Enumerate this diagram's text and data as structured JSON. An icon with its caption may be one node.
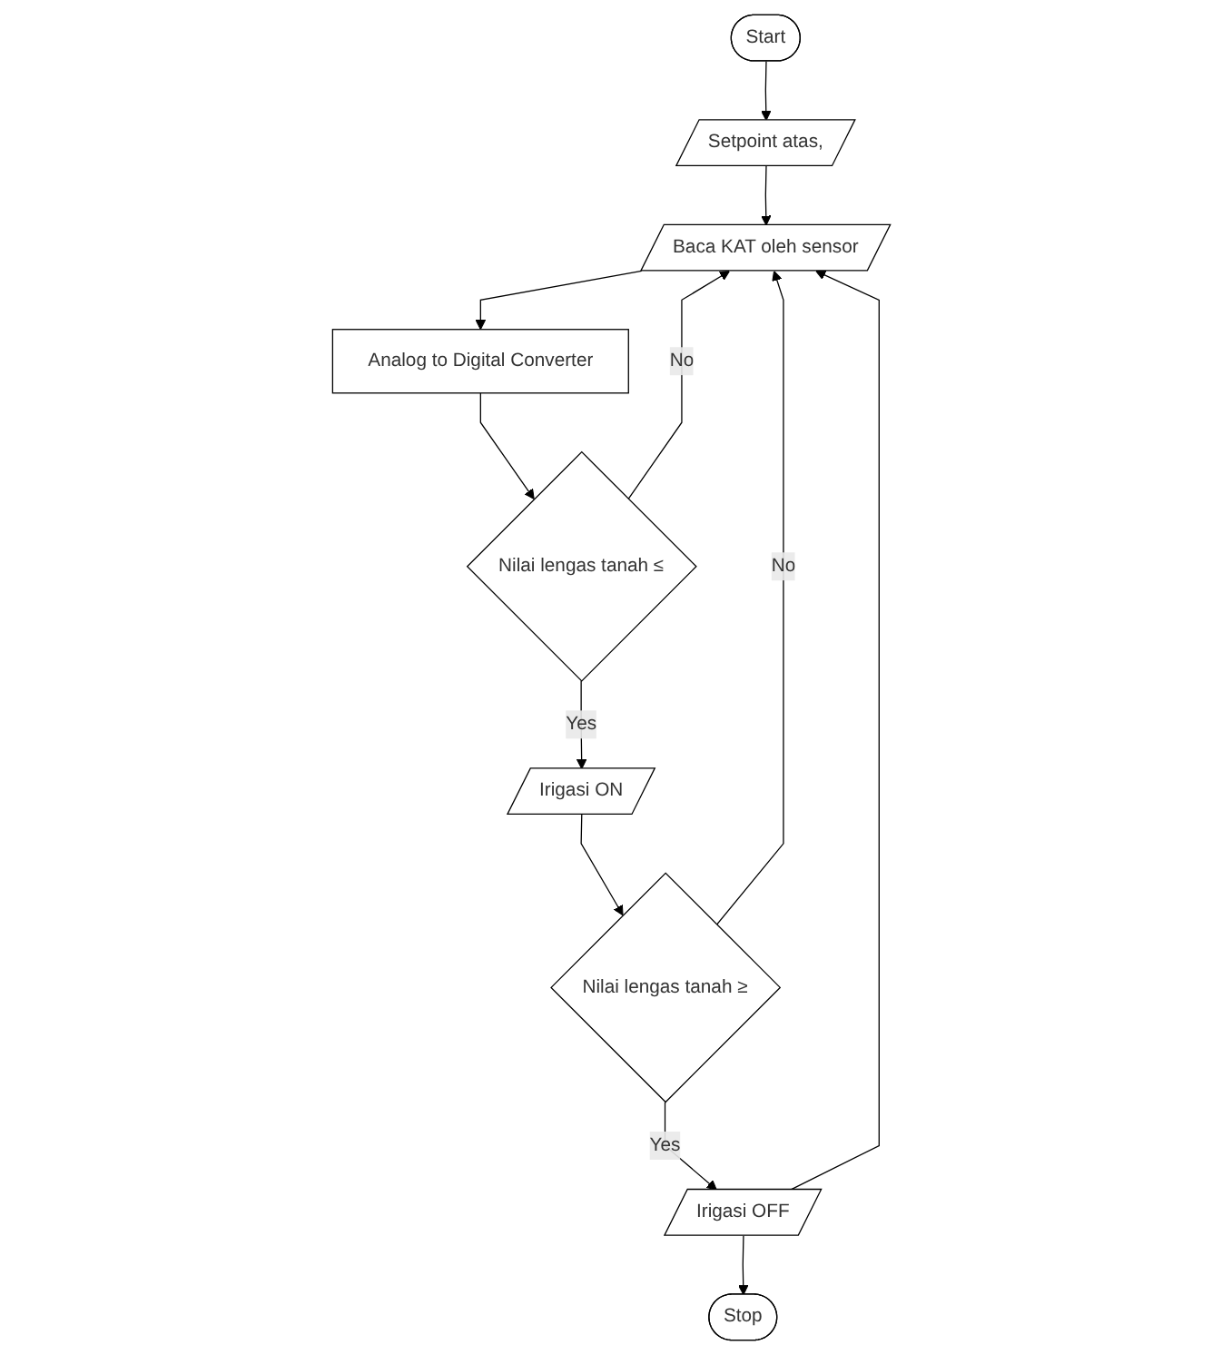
{
  "diagram": {
    "nodes": [
      {
        "text": [
          "Start"
        ]
      },
      {
        "text": [
          "Setpoint atas,"
        ]
      },
      {
        "text": [
          "Baca KAT oleh sensor"
        ]
      },
      {
        "text": [
          "Analog to Digital Converter"
        ]
      },
      {
        "text": [
          "Nilai lengas tanah ≤"
        ]
      },
      {
        "text": [
          "Irigasi ON"
        ]
      },
      {
        "text": [
          "Nilai lengas tanah ≥"
        ]
      },
      {
        "text": [
          "Irigasi OFF"
        ]
      },
      {
        "text": [
          "Stop"
        ]
      }
    ],
    "edges": [
      {
        "from": 0,
        "to": 1,
        "arrow": "to"
      },
      {
        "from": 1,
        "to": 2,
        "arrow": "to"
      },
      {
        "from": 2,
        "to": 3,
        "arrow": "to"
      },
      {
        "from": 3,
        "to": 4,
        "arrow": "to"
      },
      {
        "from": 4,
        "to": 2,
        "arrow": "to",
        "label": "No"
      },
      {
        "from": 4,
        "to": 5,
        "arrow": "to",
        "label": "Yes"
      },
      {
        "from": 5,
        "to": 6,
        "arrow": "to"
      },
      {
        "from": 6,
        "to": 2,
        "arrow": "to",
        "label": "No"
      },
      {
        "from": 6,
        "to": 7,
        "arrow": "to",
        "label": "Yes"
      },
      {
        "from": 7,
        "to": 2,
        "arrow": "to"
      },
      {
        "from": 7,
        "to": 8,
        "arrow": "to"
      }
    ]
  }
}
